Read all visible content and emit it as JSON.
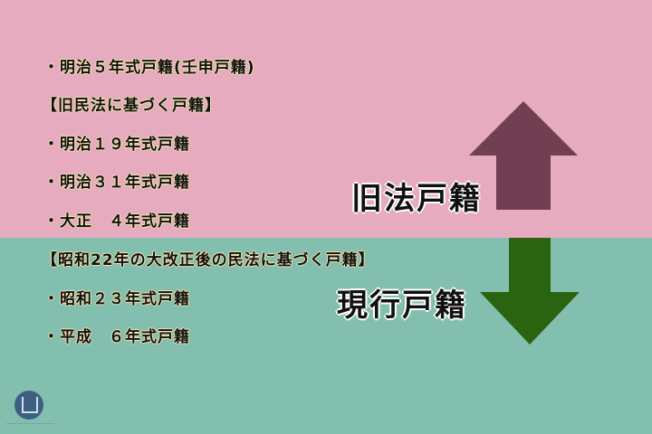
{
  "colors": {
    "top_bg": "#e6abbf",
    "bottom_bg": "#82bfae",
    "arrow_up": "#703f52",
    "arrow_down": "#2a6410"
  },
  "old_section": {
    "items": [
      "・明治５年式戸籍(壬申戸籍)",
      "【旧民法に基づく戸籍】",
      "・明治１９年式戸籍",
      "・明治３１年式戸籍",
      "・大正　４年式戸籍"
    ],
    "label": "旧法戸籍"
  },
  "current_section": {
    "items": [
      "【昭和22年の大改正後の民法に基づく戸籍】",
      "・昭和２３年式戸籍",
      "・平成　６年式戸籍"
    ],
    "label": "現行戸籍"
  }
}
